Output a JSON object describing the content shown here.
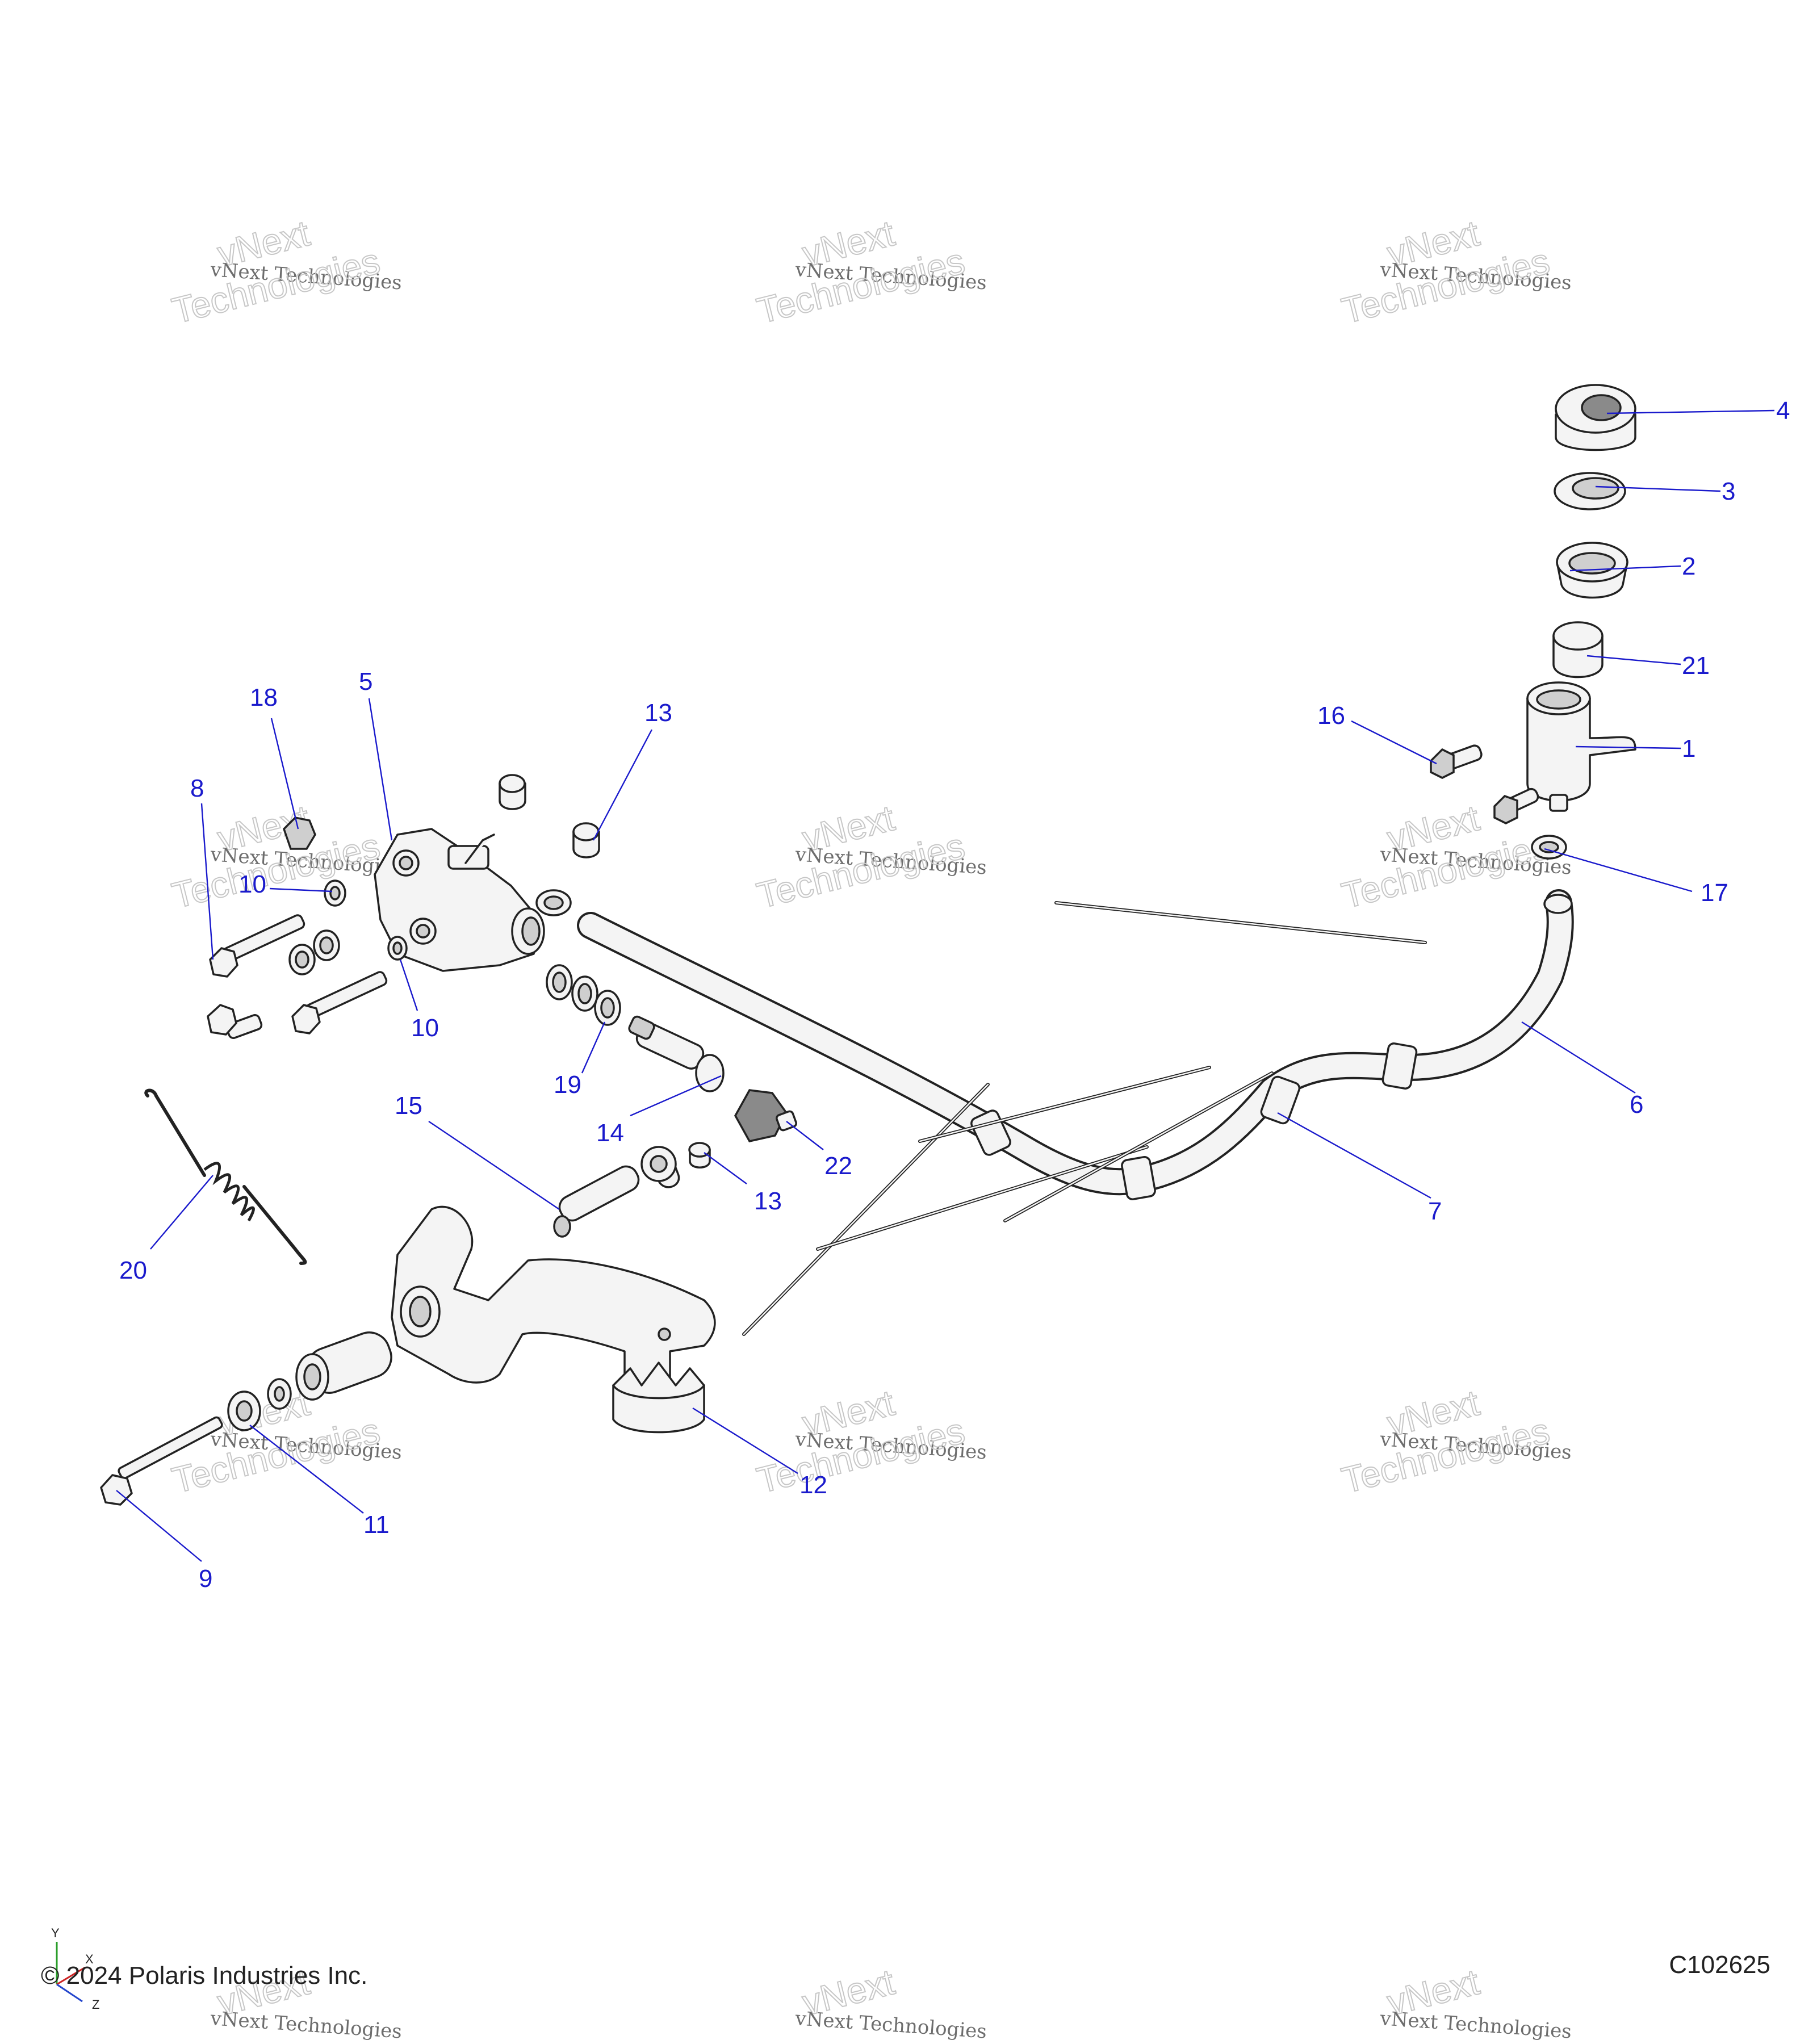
{
  "watermark": {
    "line1": "vNext Technologies",
    "line2": "vNext",
    "line3": "Technologies"
  },
  "callouts": [
    {
      "id": "c1",
      "label": "1"
    },
    {
      "id": "c2",
      "label": "2"
    },
    {
      "id": "c3",
      "label": "3"
    },
    {
      "id": "c4",
      "label": "4"
    },
    {
      "id": "c5",
      "label": "5"
    },
    {
      "id": "c6",
      "label": "6"
    },
    {
      "id": "c7",
      "label": "7"
    },
    {
      "id": "c8",
      "label": "8"
    },
    {
      "id": "c9",
      "label": "9"
    },
    {
      "id": "c10a",
      "label": "10"
    },
    {
      "id": "c10b",
      "label": "10"
    },
    {
      "id": "c11",
      "label": "11"
    },
    {
      "id": "c12",
      "label": "12"
    },
    {
      "id": "c13a",
      "label": "13"
    },
    {
      "id": "c13b",
      "label": "13"
    },
    {
      "id": "c14",
      "label": "14"
    },
    {
      "id": "c15",
      "label": "15"
    },
    {
      "id": "c16",
      "label": "16"
    },
    {
      "id": "c17",
      "label": "17"
    },
    {
      "id": "c18",
      "label": "18"
    },
    {
      "id": "c19",
      "label": "19"
    },
    {
      "id": "c20",
      "label": "20"
    },
    {
      "id": "c21",
      "label": "21"
    },
    {
      "id": "c22",
      "label": "22"
    }
  ],
  "footer": {
    "copyright": "© 2024 Polaris Industries Inc.",
    "figure_id": "C102625"
  },
  "axis_labels": {
    "y": "Y",
    "x": "X",
    "z": "Z"
  },
  "colors": {
    "callout": "#1a1acc",
    "line_art": "#222222",
    "watermark": "#c7c7c7"
  }
}
